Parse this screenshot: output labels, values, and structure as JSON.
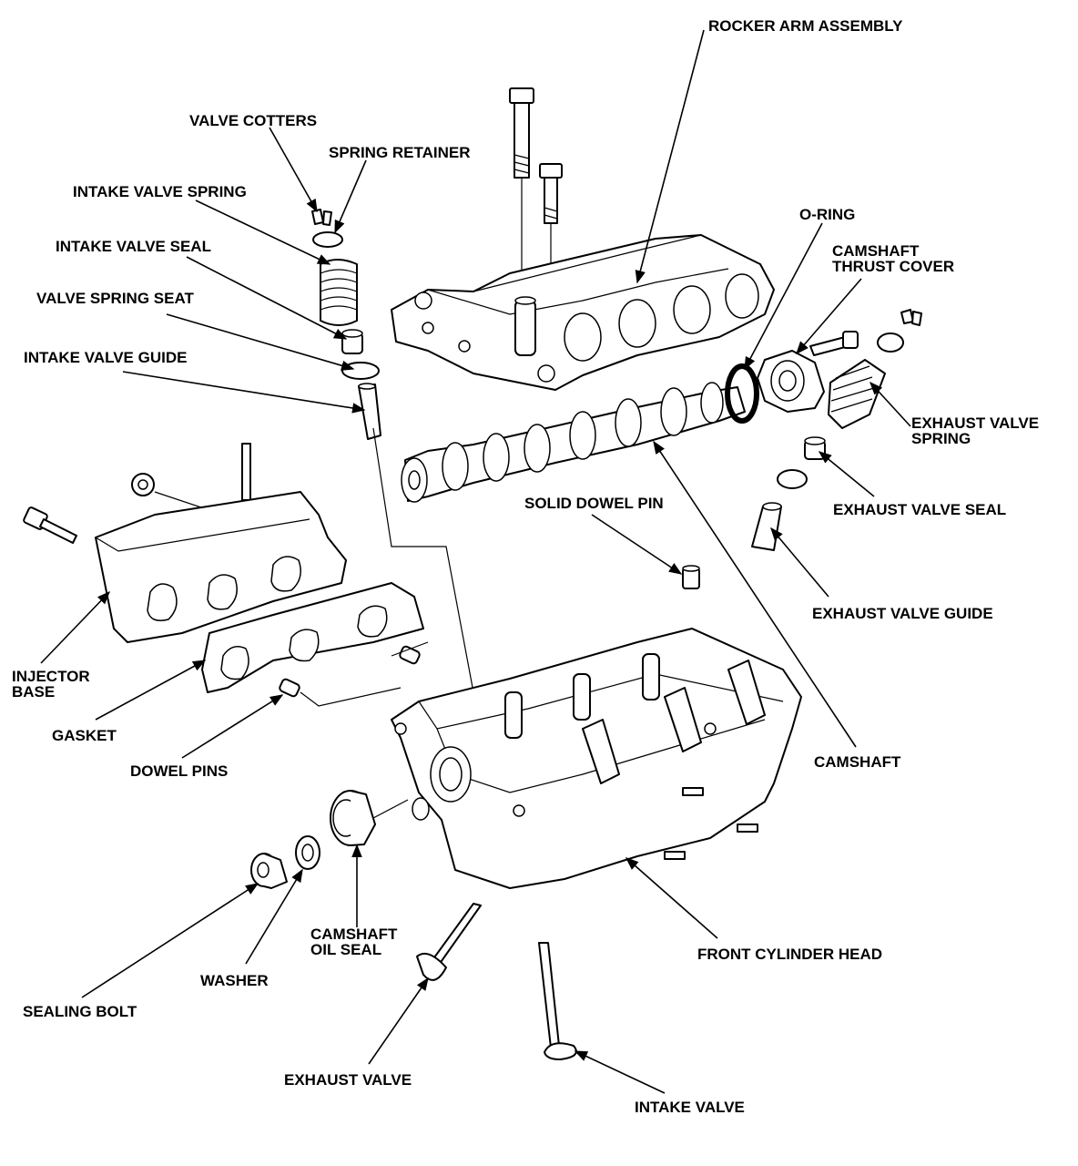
{
  "labels": {
    "rocker_arm_assembly": "ROCKER ARM ASSEMBLY",
    "valve_cotters": "VALVE COTTERS",
    "spring_retainer": "SPRING RETAINER",
    "intake_valve_spring": "INTAKE VALVE SPRING",
    "intake_valve_seal": "INTAKE VALVE SEAL",
    "valve_spring_seat": "VALVE SPRING SEAT",
    "intake_valve_guide": "INTAKE VALVE GUIDE",
    "o_ring": "O-RING",
    "camshaft_thrust_cover_1": "CAMSHAFT",
    "camshaft_thrust_cover_2": "THRUST COVER",
    "exhaust_valve_spring_1": "EXHAUST VALVE",
    "exhaust_valve_spring_2": "SPRING",
    "exhaust_valve_seal": "EXHAUST VALVE SEAL",
    "solid_dowel_pin": "SOLID DOWEL PIN",
    "exhaust_valve_guide": "EXHAUST VALVE GUIDE",
    "injector_base_1": "INJECTOR",
    "injector_base_2": "BASE",
    "gasket": "GASKET",
    "dowel_pins": "DOWEL PINS",
    "camshaft": "CAMSHAFT",
    "camshaft_oil_seal_1": "CAMSHAFT",
    "camshaft_oil_seal_2": "OIL SEAL",
    "front_cylinder_head": "FRONT CYLINDER HEAD",
    "washer": "WASHER",
    "sealing_bolt": "SEALING BOLT",
    "exhaust_valve": "EXHAUST VALVE",
    "intake_valve": "INTAKE VALVE"
  }
}
